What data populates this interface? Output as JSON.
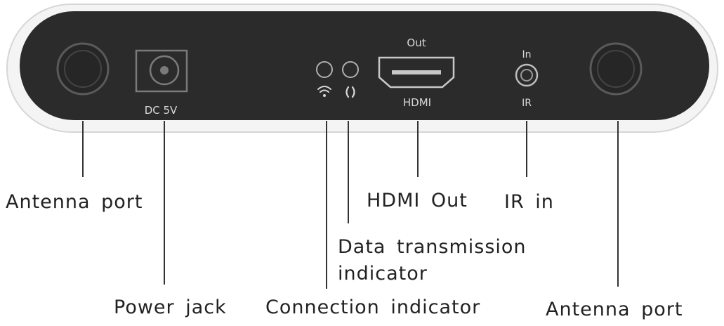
{
  "panel_labels": {
    "dc": "DC 5V",
    "hdmi_top": "Out",
    "hdmi_bottom": "HDMI",
    "ir_top": "In",
    "ir_bottom": "IR"
  },
  "callouts": {
    "antenna_left": "Antenna port",
    "power_jack": "Power jack",
    "connection_indicator": "Connection indicator",
    "data_indicator_line1": "Data transmission",
    "data_indicator_line2": "indicator",
    "hdmi_out": "HDMI Out",
    "ir_in": "IR in",
    "antenna_right": "Antenna port"
  },
  "colors": {
    "panel": "#2b2b2b",
    "casing": "#f2f2f2",
    "leader": "#333333"
  },
  "icons": [
    "wifi-icon",
    "link-icon"
  ]
}
